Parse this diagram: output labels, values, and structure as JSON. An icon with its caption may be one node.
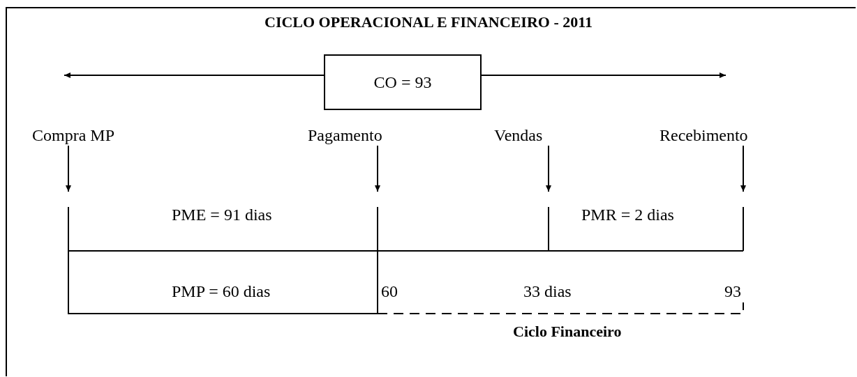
{
  "diagram": {
    "title": "CICLO OPERACIONAL  E FINANCEIRO - 2011",
    "nodes": [
      {
        "text": [
          "CO = 93"
        ]
      },
      {
        "text": [
          "Compra MP"
        ]
      },
      {
        "text": [
          "Pagamento"
        ]
      },
      {
        "text": [
          "Vendas"
        ]
      },
      {
        "text": [
          "Recebimento"
        ]
      }
    ],
    "edges": [
      {
        "from": 1,
        "to": null,
        "arrow": "to"
      },
      {
        "from": 2,
        "to": null,
        "arrow": "to"
      },
      {
        "from": 3,
        "to": null,
        "arrow": "to"
      },
      {
        "from": 4,
        "to": null,
        "arrow": "to"
      }
    ],
    "labels": [
      "PME = 91 dias",
      "PMR = 2 dias",
      "PMP = 60 dias",
      "60",
      "33 dias",
      "93",
      "Ciclo Financeiro"
    ]
  }
}
